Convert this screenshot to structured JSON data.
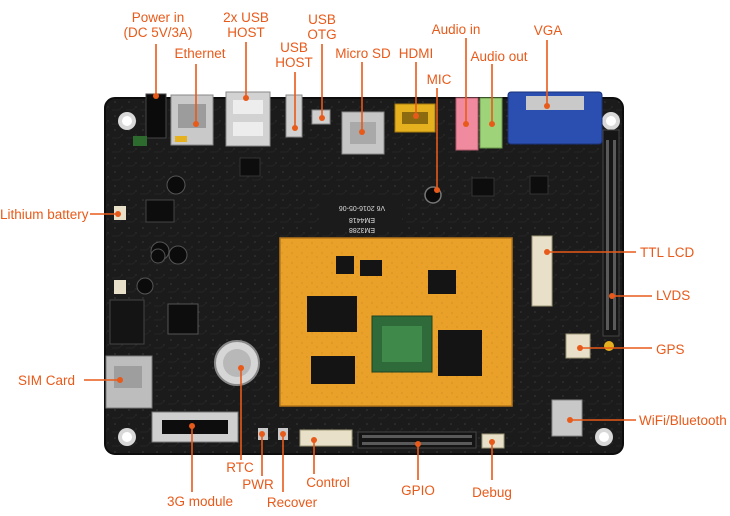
{
  "board": {
    "silkscreen": {
      "version": "V6 2016-05-06",
      "baseboard": "EM4418",
      "module": "EM3288"
    }
  },
  "callouts": {
    "power_in": "Power in\n(DC 5V/3A)",
    "usb_host_2x": "2x USB\nHOST",
    "usb_otg": "USB\nOTG",
    "ethernet": "Ethernet",
    "usb_host": "USB\nHOST",
    "micro_sd": "Micro SD",
    "hdmi": "HDMI",
    "audio_in": "Audio in",
    "audio_out": "Audio out",
    "vga": "VGA",
    "mic": "MIC",
    "lithium_battery": "Lithium battery",
    "ttl_lcd": "TTL LCD",
    "lvds": "LVDS",
    "gps": "GPS",
    "sim_card": "SIM Card",
    "wifi_bluetooth": "WiFi/Bluetooth",
    "rtc": "RTC",
    "pwr": "PWR",
    "recover": "Recover",
    "control": "Control",
    "gpio": "GPIO",
    "debug": "Debug",
    "module_3g": "3G module"
  },
  "colors": {
    "label": "#e85a1a",
    "pcb": "#1b1b1b",
    "som": "#e9a12a",
    "vga_blue": "#2a4fb0",
    "hdmi_gold": "#e6b11e",
    "audio_pink": "#f08a9e",
    "audio_green": "#9fd37a"
  }
}
